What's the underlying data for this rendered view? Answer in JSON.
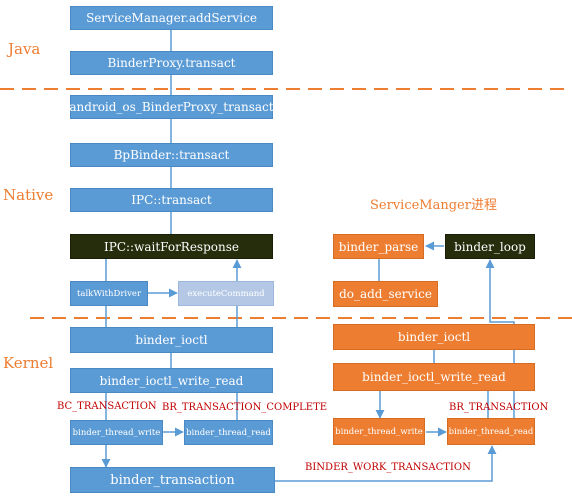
{
  "layers": {
    "java": "Java",
    "native": "Native",
    "kernel": "Kernel"
  },
  "client": {
    "add_service": "ServiceManager.addService",
    "binder_proxy_transact": "BinderProxy.transact",
    "android_os_transact": "android_os_BinderProxy_transact",
    "bpbinder_transact": "BpBinder::transact",
    "ipc_transact": "IPC::transact",
    "ipc_wait": "IPC::waitForResponse",
    "talk_with_driver": "talkWithDriver",
    "execute_command": "executeCommand",
    "binder_ioctl": "binder_ioctl",
    "binder_ioctl_write_read": "binder_ioctl_write_read",
    "binder_thread_write": "binder_thread_write",
    "binder_thread_read": "binder_thread_read",
    "binder_transaction": "binder_transaction"
  },
  "service_manager": {
    "title": "ServiceManger进程",
    "binder_parse": "binder_parse",
    "binder_loop": "binder_loop",
    "do_add_service": "do_add_service",
    "binder_ioctl": "binder_ioctl",
    "binder_ioctl_write_read": "binder_ioctl_write_read",
    "binder_thread_write": "binder_thread_write",
    "binder_thread_read": "binder_thread_read"
  },
  "labels": {
    "bc_transaction": "BC_TRANSACTION",
    "br_transaction_complete": "BR_TRANSACTION_COMPLETE",
    "br_transaction": "BR_TRANSACTION",
    "binder_work_transaction": "BINDER_WORK_TRANSACTION"
  },
  "colors": {
    "blue": "#5b9bd5",
    "orange": "#ed7d31",
    "dark": "#262d0c",
    "light_blue": "#b4c8e6",
    "red_text": "#c00000",
    "connector": "#5b9bd5",
    "separator": "#ed7d31"
  }
}
